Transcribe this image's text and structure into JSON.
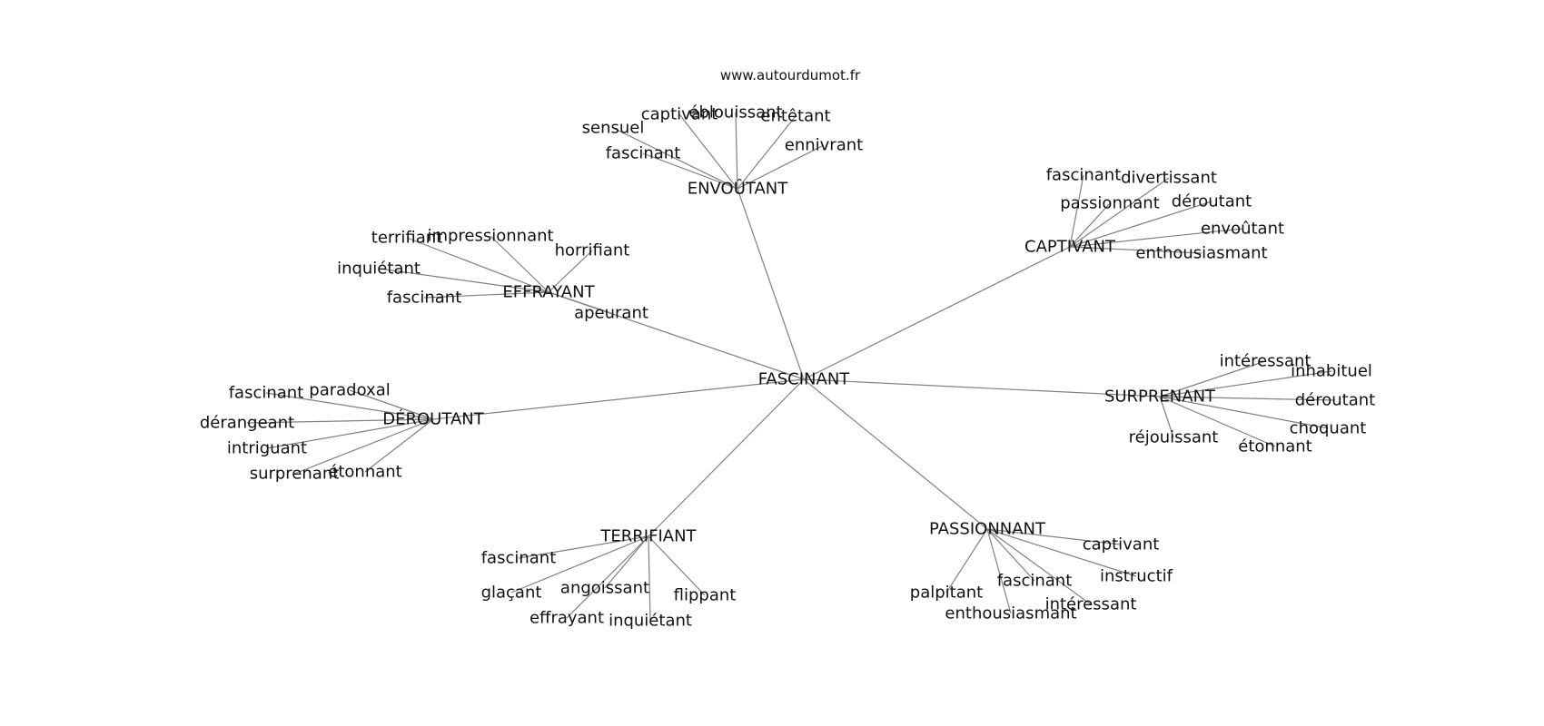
{
  "watermark": "www.autourdumot.fr",
  "graph": {
    "center": "FASCINANT",
    "hubs": [
      {
        "word": "ENVOÛTANT",
        "neighbors": [
          "captivant",
          "éblouissant",
          "entêtant",
          "sensuel",
          "ennivrant",
          "fascinant"
        ]
      },
      {
        "word": "CAPTIVANT",
        "neighbors": [
          "fascinant",
          "divertissant",
          "passionnant",
          "déroutant",
          "envoûtant",
          "enthousiasmant"
        ]
      },
      {
        "word": "EFFRAYANT",
        "neighbors": [
          "terrifiant",
          "impressionnant",
          "horrifiant",
          "inquiétant",
          "fascinant",
          "apeurant"
        ]
      },
      {
        "word": "SURPRENANT",
        "neighbors": [
          "intéressant",
          "inhabituel",
          "déroutant",
          "choquant",
          "réjouissant",
          "étonnant"
        ]
      },
      {
        "word": "DÉROUTANT",
        "neighbors": [
          "fascinant",
          "paradoxal",
          "dérangeant",
          "intriguant",
          "surprenant",
          "étonnant"
        ]
      },
      {
        "word": "TERRIFIANT",
        "neighbors": [
          "fascinant",
          "glaçant",
          "angoissant",
          "flippant",
          "effrayant",
          "inquiétant"
        ]
      },
      {
        "word": "PASSIONNANT",
        "neighbors": [
          "captivant",
          "instructif",
          "palpitant",
          "fascinant",
          "intéressant",
          "enthousiasmant"
        ]
      }
    ]
  }
}
